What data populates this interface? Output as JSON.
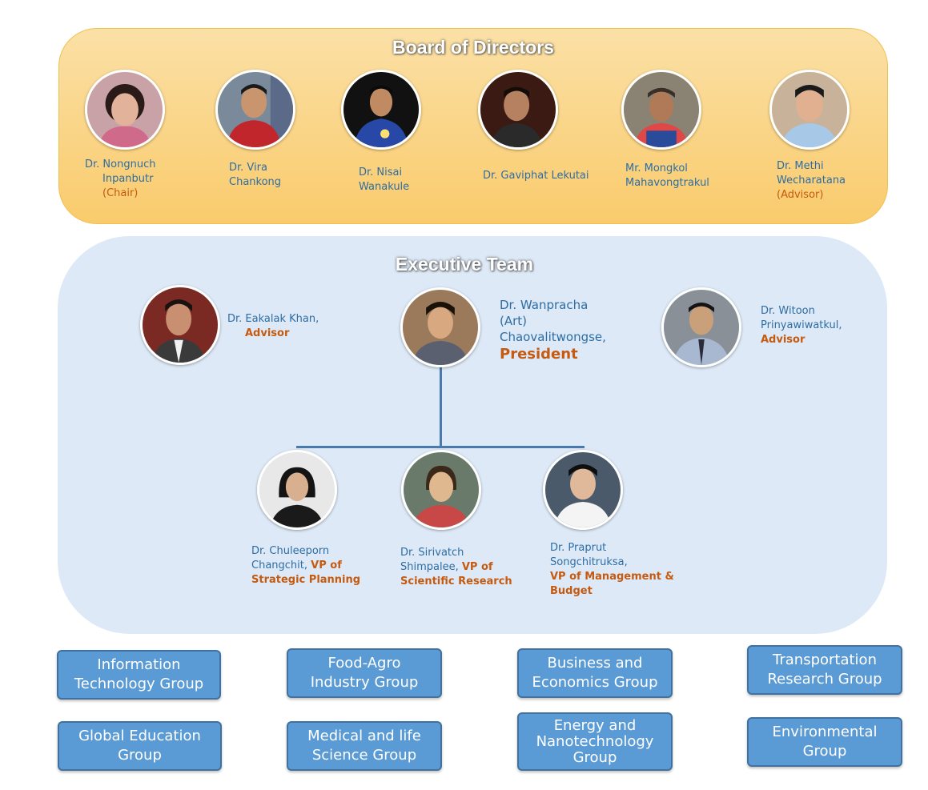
{
  "board": {
    "title": "Board of Directors",
    "members": [
      {
        "line1": "Dr. Nongnuch",
        "line2": "Inpanbutr",
        "role": "(Chair)"
      },
      {
        "line1": "Dr. Vira",
        "line2": "Chankong",
        "role": ""
      },
      {
        "line1": "Dr. Nisai",
        "line2": "Wanakule",
        "role": ""
      },
      {
        "line1": "Dr. Gaviphat Lekutai",
        "line2": "",
        "role": ""
      },
      {
        "line1": "Mr. Mongkol",
        "line2": "Mahavongtrakul",
        "role": ""
      },
      {
        "line1": "Dr. Methi",
        "line2": "Wecharatana",
        "role": "(Advisor)"
      }
    ]
  },
  "exec": {
    "title": "Executive Team",
    "president": {
      "line1": "Dr. Wanpracha",
      "line2": "(Art)",
      "line3": "Chaovalitwongse,",
      "role": "President"
    },
    "advisor_left": {
      "line1": "Dr. Eakalak Khan,",
      "role": "Advisor"
    },
    "advisor_right": {
      "line1": "Dr. Witoon",
      "line2": "Prinyawiwatkul,",
      "role": "Advisor"
    },
    "vps": [
      {
        "line1": "Dr. Chuleeporn",
        "line2": "Changchit,",
        "role_a": "VP of",
        "role_b": "Strategic Planning"
      },
      {
        "line1": "Dr. Sirivatch",
        "line2": "Shimpalee,",
        "role_a": "VP of",
        "role_b": "Scientific Research"
      },
      {
        "line1": "Dr. Praprut",
        "line2": "Songchitruksa,",
        "role_a": "VP of Management &",
        "role_b": "Budget"
      }
    ]
  },
  "groups": [
    {
      "line1": "Information",
      "line2": "Technology Group",
      "line3": ""
    },
    {
      "line1": "Food-Agro",
      "line2": "Industry Group",
      "line3": ""
    },
    {
      "line1": "Business and",
      "line2": "Economics Group",
      "line3": ""
    },
    {
      "line1": "Transportation",
      "line2": "Research Group",
      "line3": ""
    },
    {
      "line1": "Global Education",
      "line2": "Group",
      "line3": ""
    },
    {
      "line1": "Medical and life",
      "line2": "Science Group",
      "line3": ""
    },
    {
      "line1": "Energy and",
      "line2": "Nanotechnology",
      "line3": "Group"
    },
    {
      "line1": "Environmental",
      "line2": "Group",
      "line3": ""
    }
  ],
  "colors": {
    "name_text": "#2e6da4",
    "role_text": "#c55a11",
    "board_bg": "#f9cb6c",
    "exec_bg": "#dde9f6",
    "group_bg": "#5b9bd5",
    "group_border": "#41719c"
  }
}
